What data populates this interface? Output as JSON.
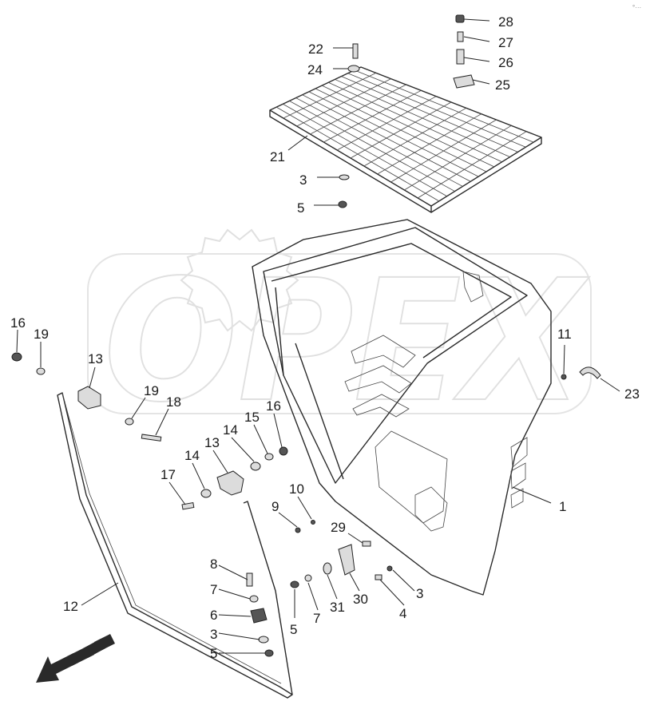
{
  "watermark": {
    "brand": "OPEX",
    "color": "#c8c8c8"
  },
  "corner_mark": "°···",
  "direction_arrow": {
    "icon": "forward-direction-arrow-icon",
    "color": "#2a2a2a"
  },
  "callouts": [
    "28",
    "27",
    "26",
    "25",
    "22",
    "24",
    "21",
    "3",
    "5",
    "1",
    "11",
    "23",
    "16",
    "19",
    "13",
    "19",
    "18",
    "14",
    "15",
    "16",
    "13",
    "14",
    "17",
    "10",
    "9",
    "29",
    "12",
    "8",
    "7",
    "6",
    "3",
    "5",
    "5",
    "7",
    "31",
    "30",
    "4",
    "3"
  ]
}
